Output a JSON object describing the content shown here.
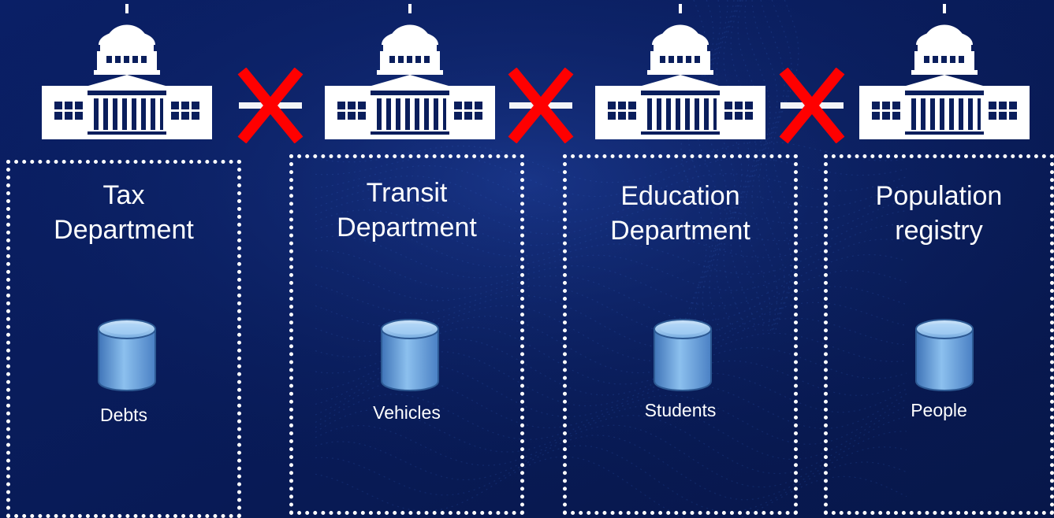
{
  "colors": {
    "background": "#0a1e5c",
    "border": "#ffffff",
    "cross": "#ff0000",
    "text": "#ffffff",
    "database": "#6aa6dd"
  },
  "icons": {
    "building": "government-building-icon",
    "separator": "red-cross-icon",
    "database": "database-cylinder-icon"
  },
  "departments": [
    {
      "title_line1": "Tax",
      "title_line2": "Department",
      "database_label": "Debts"
    },
    {
      "title_line1": "Transit",
      "title_line2": "Department",
      "database_label": "Vehicles"
    },
    {
      "title_line1": "Education",
      "title_line2": "Department",
      "database_label": "Students"
    },
    {
      "title_line1": "Population",
      "title_line2": "registry",
      "database_label": "People"
    }
  ]
}
